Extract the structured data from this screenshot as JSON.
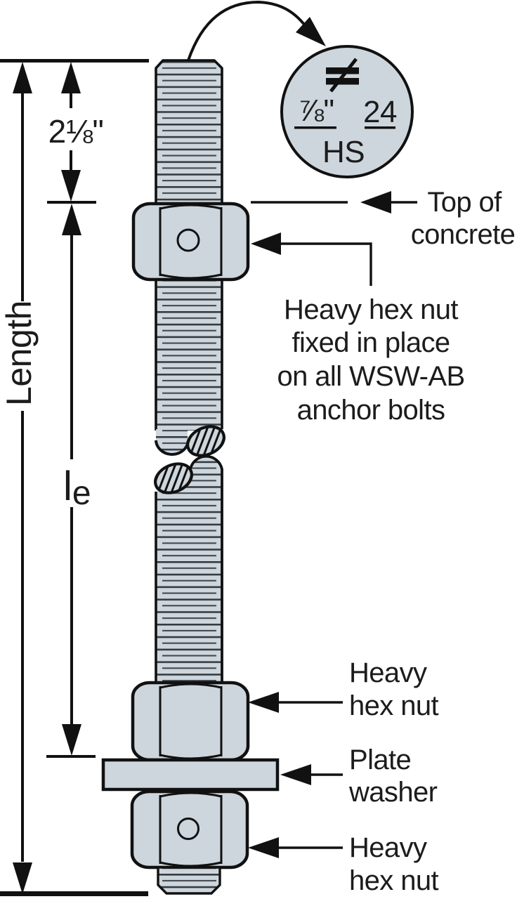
{
  "dims": {
    "top_stickout": "2⅛\"",
    "overall": "Length",
    "embed_main": "l",
    "embed_sub": "e"
  },
  "callout": {
    "symbol": "≠",
    "diameter": "⅞\"",
    "threads": "24",
    "steel_grade": "HS"
  },
  "labels": {
    "top_of_concrete": [
      "Top of",
      "concrete"
    ],
    "fixed_nut_note": [
      "Heavy hex nut",
      "fixed in place",
      "on all WSW-AB",
      "anchor bolts"
    ],
    "middle_nut": [
      "Heavy",
      "hex nut"
    ],
    "plate_washer": [
      "Plate",
      "washer"
    ],
    "bottom_nut": [
      "Heavy",
      "hex nut"
    ]
  },
  "colors": {
    "steel_fill": "#cdd6dd",
    "outline": "#111111",
    "text": "#1c1c1c"
  }
}
